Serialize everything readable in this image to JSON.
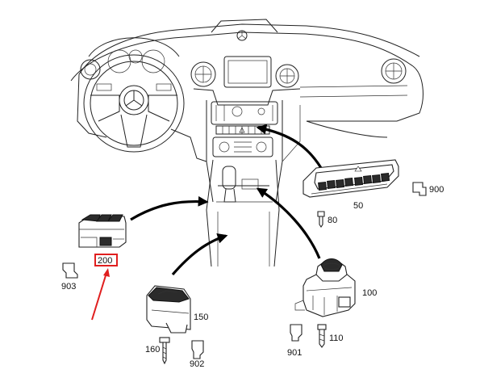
{
  "labels": {
    "p200": "200",
    "p903": "903",
    "p150": "150",
    "p160": "160",
    "p902": "902",
    "p50": "50",
    "p80": "80",
    "p900": "900",
    "p100": "100",
    "p110": "110",
    "p901": "901"
  },
  "colors": {
    "highlight": "#e01f1f",
    "line": "#222222",
    "background": "#ffffff"
  },
  "highlighted_part": "200"
}
